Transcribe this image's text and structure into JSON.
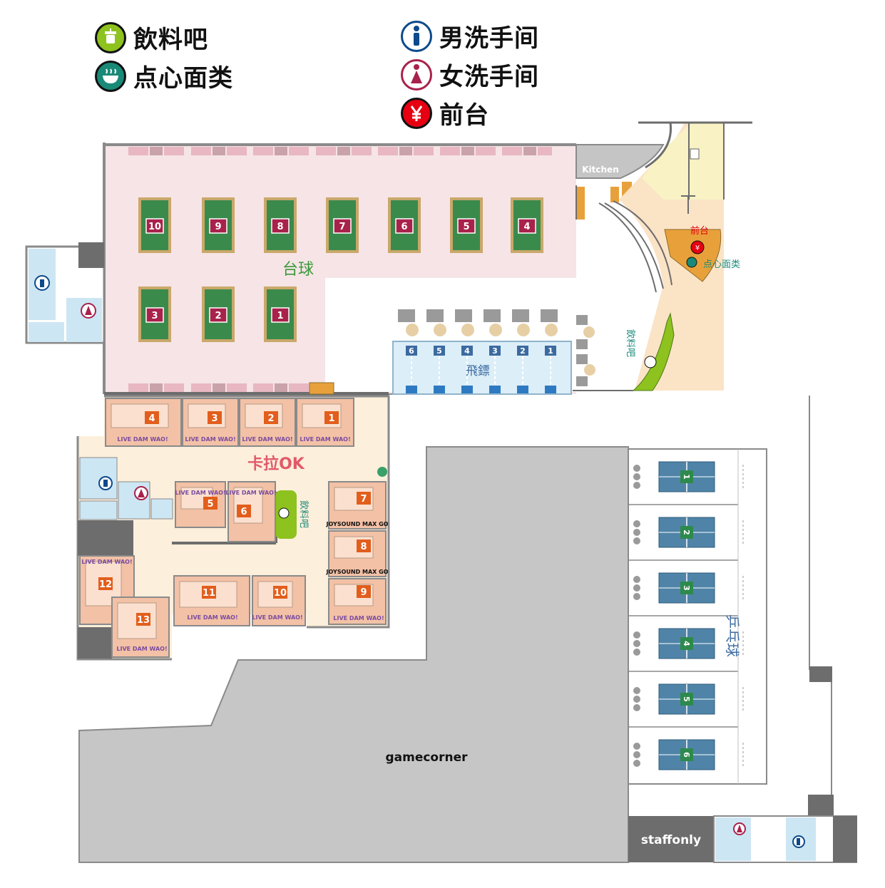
{
  "legend": {
    "drink_bar": "飲料吧",
    "snack": "点心面类",
    "mens_restroom": "男洗手间",
    "womens_restroom": "女洗手间",
    "front_desk": "前台"
  },
  "areas": {
    "billiards": "台球",
    "kitchen": "Kitchen",
    "front_desk": "前台",
    "snack_counter": "点心面类",
    "drink_bar_top": "飲料吧",
    "darts": "飛鏢",
    "karaoke": "卡拉OK",
    "drink_bar_karaoke": "飲料吧",
    "table_tennis": "乒乓球",
    "game_corner": "gamecorner",
    "staff_only": "staffonly"
  },
  "billiard_tables": [
    "10",
    "9",
    "8",
    "7",
    "6",
    "5",
    "4",
    "3",
    "2",
    "1"
  ],
  "dart_lanes": [
    "6",
    "5",
    "4",
    "3",
    "2",
    "1"
  ],
  "karaoke_rooms": {
    "r1": "1",
    "r2": "2",
    "r3": "3",
    "r4": "4",
    "r5": "5",
    "r6": "6",
    "r7": "7",
    "r8": "8",
    "r9": "9",
    "r10": "10",
    "r11": "11",
    "r12": "12",
    "r13": "13",
    "brand_live": "LIVE DAM WAO!",
    "brand_joy": "JOYSOUND MAX GO"
  },
  "pingpong_tables": [
    "1",
    "2",
    "3",
    "4",
    "5",
    "6"
  ],
  "colors": {
    "billiard_floor": "#f6e4e6",
    "billiard_table": "#3a8a4c",
    "billiard_rail": "#c9a86a",
    "darts_floor": "#dceef8",
    "karaoke_floor": "#fcefdb",
    "room_floor": "#f3c1a6",
    "room_number": "#e25e1c",
    "pingpong_table": "#4f84a8",
    "wall_gray": "#6d6d6d",
    "game_gray": "#c6c6c6",
    "front_desk_floor": "#fbe3c6",
    "drink_green": "#8dc21f",
    "restroom_blue": "#cde6f3",
    "mens_blue": "#0c4a8c",
    "womens_red": "#a8224b",
    "yen_red": "#e60012"
  }
}
